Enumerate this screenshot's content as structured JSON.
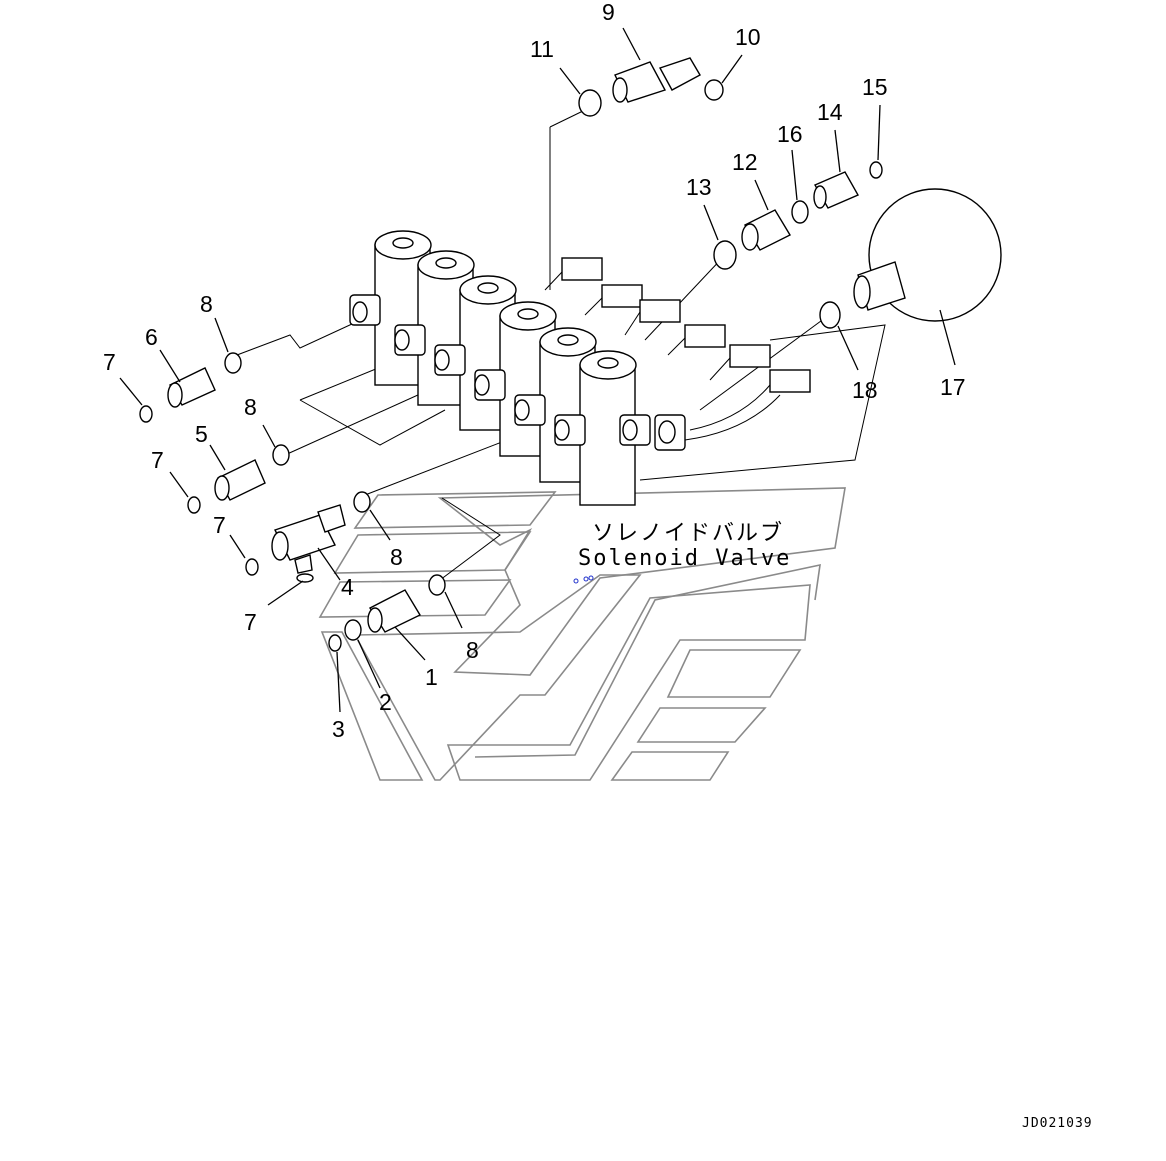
{
  "diagram": {
    "caption_jp": "ソレノイドバルブ",
    "caption_en": "Solenoid Valve",
    "document_id": "JD021039",
    "callouts": [
      {
        "id": "c1",
        "label": "1"
      },
      {
        "id": "c2",
        "label": "2"
      },
      {
        "id": "c3",
        "label": "3"
      },
      {
        "id": "c4",
        "label": "4"
      },
      {
        "id": "c5",
        "label": "5"
      },
      {
        "id": "c6",
        "label": "6"
      },
      {
        "id": "c7a",
        "label": "7"
      },
      {
        "id": "c7b",
        "label": "7"
      },
      {
        "id": "c7c",
        "label": "7"
      },
      {
        "id": "c7d",
        "label": "7"
      },
      {
        "id": "c8a",
        "label": "8"
      },
      {
        "id": "c8b",
        "label": "8"
      },
      {
        "id": "c8c",
        "label": "8"
      },
      {
        "id": "c8d",
        "label": "8"
      },
      {
        "id": "c9",
        "label": "9"
      },
      {
        "id": "c10",
        "label": "10"
      },
      {
        "id": "c11",
        "label": "11"
      },
      {
        "id": "c12",
        "label": "12"
      },
      {
        "id": "c13",
        "label": "13"
      },
      {
        "id": "c14",
        "label": "14"
      },
      {
        "id": "c15",
        "label": "15"
      },
      {
        "id": "c16",
        "label": "16"
      },
      {
        "id": "c17",
        "label": "17"
      },
      {
        "id": "c18",
        "label": "18"
      }
    ]
  }
}
